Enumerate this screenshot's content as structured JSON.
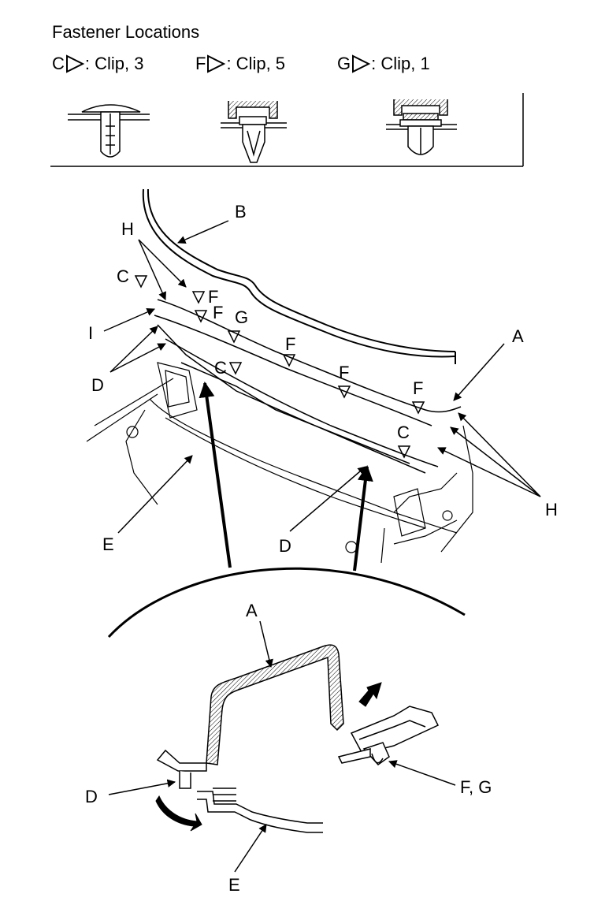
{
  "title": "Fastener Locations",
  "legend": [
    {
      "letter": "C",
      "text": ": Clip, 3"
    },
    {
      "letter": "F",
      "text": ": Clip, 5"
    },
    {
      "letter": "G",
      "text": ": Clip, 1"
    }
  ],
  "callouts": {
    "A_top": "A",
    "B": "B",
    "H_left": "H",
    "H_right": "H",
    "I": "I",
    "D_left": "D",
    "D_mid": "D",
    "E_top": "E",
    "C_1": "C",
    "C_2": "C",
    "C_3": "C",
    "F_1": "F",
    "F_2": "F",
    "F_3": "F",
    "F_4": "F",
    "F_5": "F",
    "G_1": "G",
    "A_detail": "A",
    "D_detail": "D",
    "E_detail": "E",
    "FG_detail": "F, G"
  },
  "colors": {
    "ink": "#000000",
    "paper": "#ffffff"
  }
}
